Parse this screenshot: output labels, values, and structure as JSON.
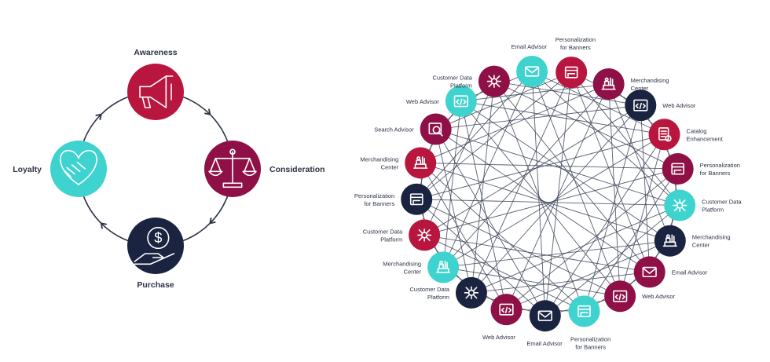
{
  "colors": {
    "crimson": "#b8163f",
    "maroon": "#8e1046",
    "teal": "#3fd3cf",
    "navy": "#1a2340",
    "line": "#3b4458",
    "text": "#2c3345",
    "ring": "#2c3345"
  },
  "journey": {
    "stages": [
      {
        "label": "Awareness",
        "color": "crimson",
        "icon": "megaphone-icon"
      },
      {
        "label": "Consideration",
        "color": "maroon",
        "icon": "scales-icon"
      },
      {
        "label": "Purchase",
        "color": "navy",
        "icon": "coin-in-hand-icon"
      },
      {
        "label": "Loyalty",
        "color": "teal",
        "icon": "heart-handshake-icon"
      }
    ]
  },
  "network": {
    "nodes": [
      {
        "label": "Personalization for Banners",
        "color": "crimson",
        "icon": "banner-icon"
      },
      {
        "label": "Merchandising Center",
        "color": "maroon",
        "icon": "merchandising-icon"
      },
      {
        "label": "Web Advisor",
        "color": "navy",
        "icon": "code-window-icon"
      },
      {
        "label": "Catalog Enhancement",
        "color": "crimson",
        "icon": "catalog-icon"
      },
      {
        "label": "Personalization for Banners",
        "color": "maroon",
        "icon": "banner-icon"
      },
      {
        "label": "Customer Data Platform",
        "color": "teal",
        "icon": "data-platform-icon"
      },
      {
        "label": "Merchandising Center",
        "color": "navy",
        "icon": "merchandising-icon"
      },
      {
        "label": "Email Advisor",
        "color": "maroon",
        "icon": "email-icon"
      },
      {
        "label": "Web Advisor",
        "color": "maroon",
        "icon": "code-window-icon"
      },
      {
        "label": "Personalization for Banners",
        "color": "teal",
        "icon": "banner-icon"
      },
      {
        "label": "Email Advisor",
        "color": "navy",
        "icon": "email-icon"
      },
      {
        "label": "Web Advisor",
        "color": "maroon",
        "icon": "code-window-icon"
      },
      {
        "label": "Customer Data Platform",
        "color": "navy",
        "icon": "data-platform-icon"
      },
      {
        "label": "Merchandising Center",
        "color": "teal",
        "icon": "merchandising-icon"
      },
      {
        "label": "Customer Data Platform",
        "color": "crimson",
        "icon": "data-platform-icon"
      },
      {
        "label": "Personalization for Banners",
        "color": "navy",
        "icon": "banner-icon"
      },
      {
        "label": "Merchandising Center",
        "color": "crimson",
        "icon": "merchandising-icon"
      },
      {
        "label": "Search Advisor",
        "color": "maroon",
        "icon": "search-icon"
      },
      {
        "label": "Web Advisor",
        "color": "teal",
        "icon": "code-window-icon"
      },
      {
        "label": "Customer Data Platform",
        "color": "maroon",
        "icon": "data-platform-icon"
      },
      {
        "label": "Email Advisor",
        "color": "teal",
        "icon": "email-icon"
      }
    ]
  }
}
